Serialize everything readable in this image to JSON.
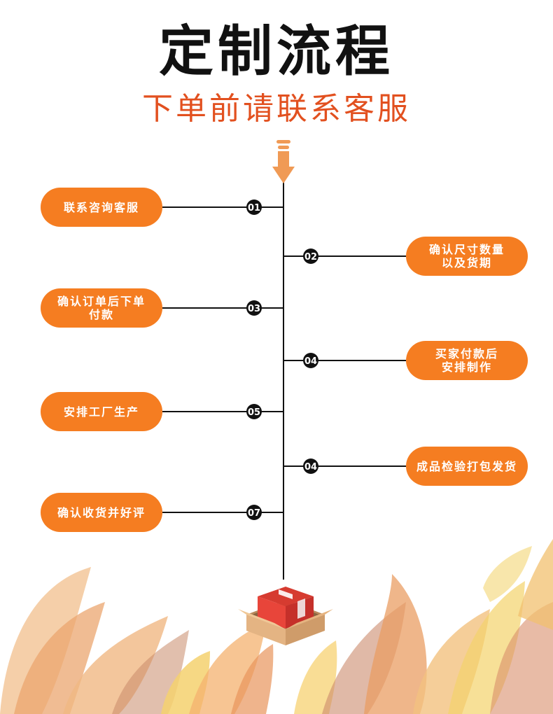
{
  "header": {
    "title": "定制流程",
    "subtitle": "下单前请联系客服"
  },
  "colors": {
    "accent": "#f57d21",
    "subtitle": "#e2501f",
    "line": "#111111",
    "badge": "#111111"
  },
  "steps": [
    {
      "number": "01",
      "side": "left",
      "lines": [
        "联系咨询客服"
      ]
    },
    {
      "number": "02",
      "side": "right",
      "lines": [
        "确认尺寸数量",
        "以及货期"
      ]
    },
    {
      "number": "03",
      "side": "left",
      "lines": [
        "确认订单后下单",
        "付款"
      ]
    },
    {
      "number": "04",
      "side": "right",
      "lines": [
        "买家付款后",
        "安排制作"
      ]
    },
    {
      "number": "05",
      "side": "left",
      "lines": [
        "安排工厂生产"
      ]
    },
    {
      "number": "04",
      "side": "right",
      "lines": [
        "成品检验打包发货"
      ]
    },
    {
      "number": "07",
      "side": "left",
      "lines": [
        "确认收货并好评"
      ]
    }
  ],
  "icons": {
    "top": "down-arrow-icon",
    "bottom": "package-box-icon",
    "decoration": "autumn-leaves"
  }
}
